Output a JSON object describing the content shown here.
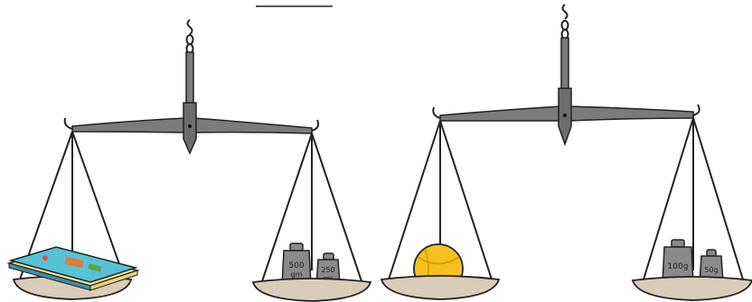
{
  "header_blank": "",
  "balances": [
    {
      "name": "left-balance",
      "left_pan": {
        "object": "book-icon"
      },
      "right_pan": {
        "weights": [
          {
            "icon": "weight-500g-icon",
            "line1": "500",
            "line2": "gm"
          },
          {
            "icon": "weight-250g-icon",
            "line1": "250",
            "line2": "gm"
          }
        ]
      }
    },
    {
      "name": "right-balance",
      "left_pan": {
        "object": "ball-icon"
      },
      "right_pan": {
        "weights": [
          {
            "icon": "weight-100g-icon",
            "line1": "100g",
            "line2": ""
          },
          {
            "icon": "weight-50g-icon",
            "line1": "50g",
            "line2": ""
          }
        ]
      }
    }
  ],
  "colors": {
    "beam": "#7b7b7b",
    "beam_outline": "#222222",
    "pan": "#d8cdb8",
    "weight": "#8a8a8a",
    "book_cover": "#56c2d6",
    "book_inner": "#f3e3a0",
    "ball": "#f4c020"
  }
}
